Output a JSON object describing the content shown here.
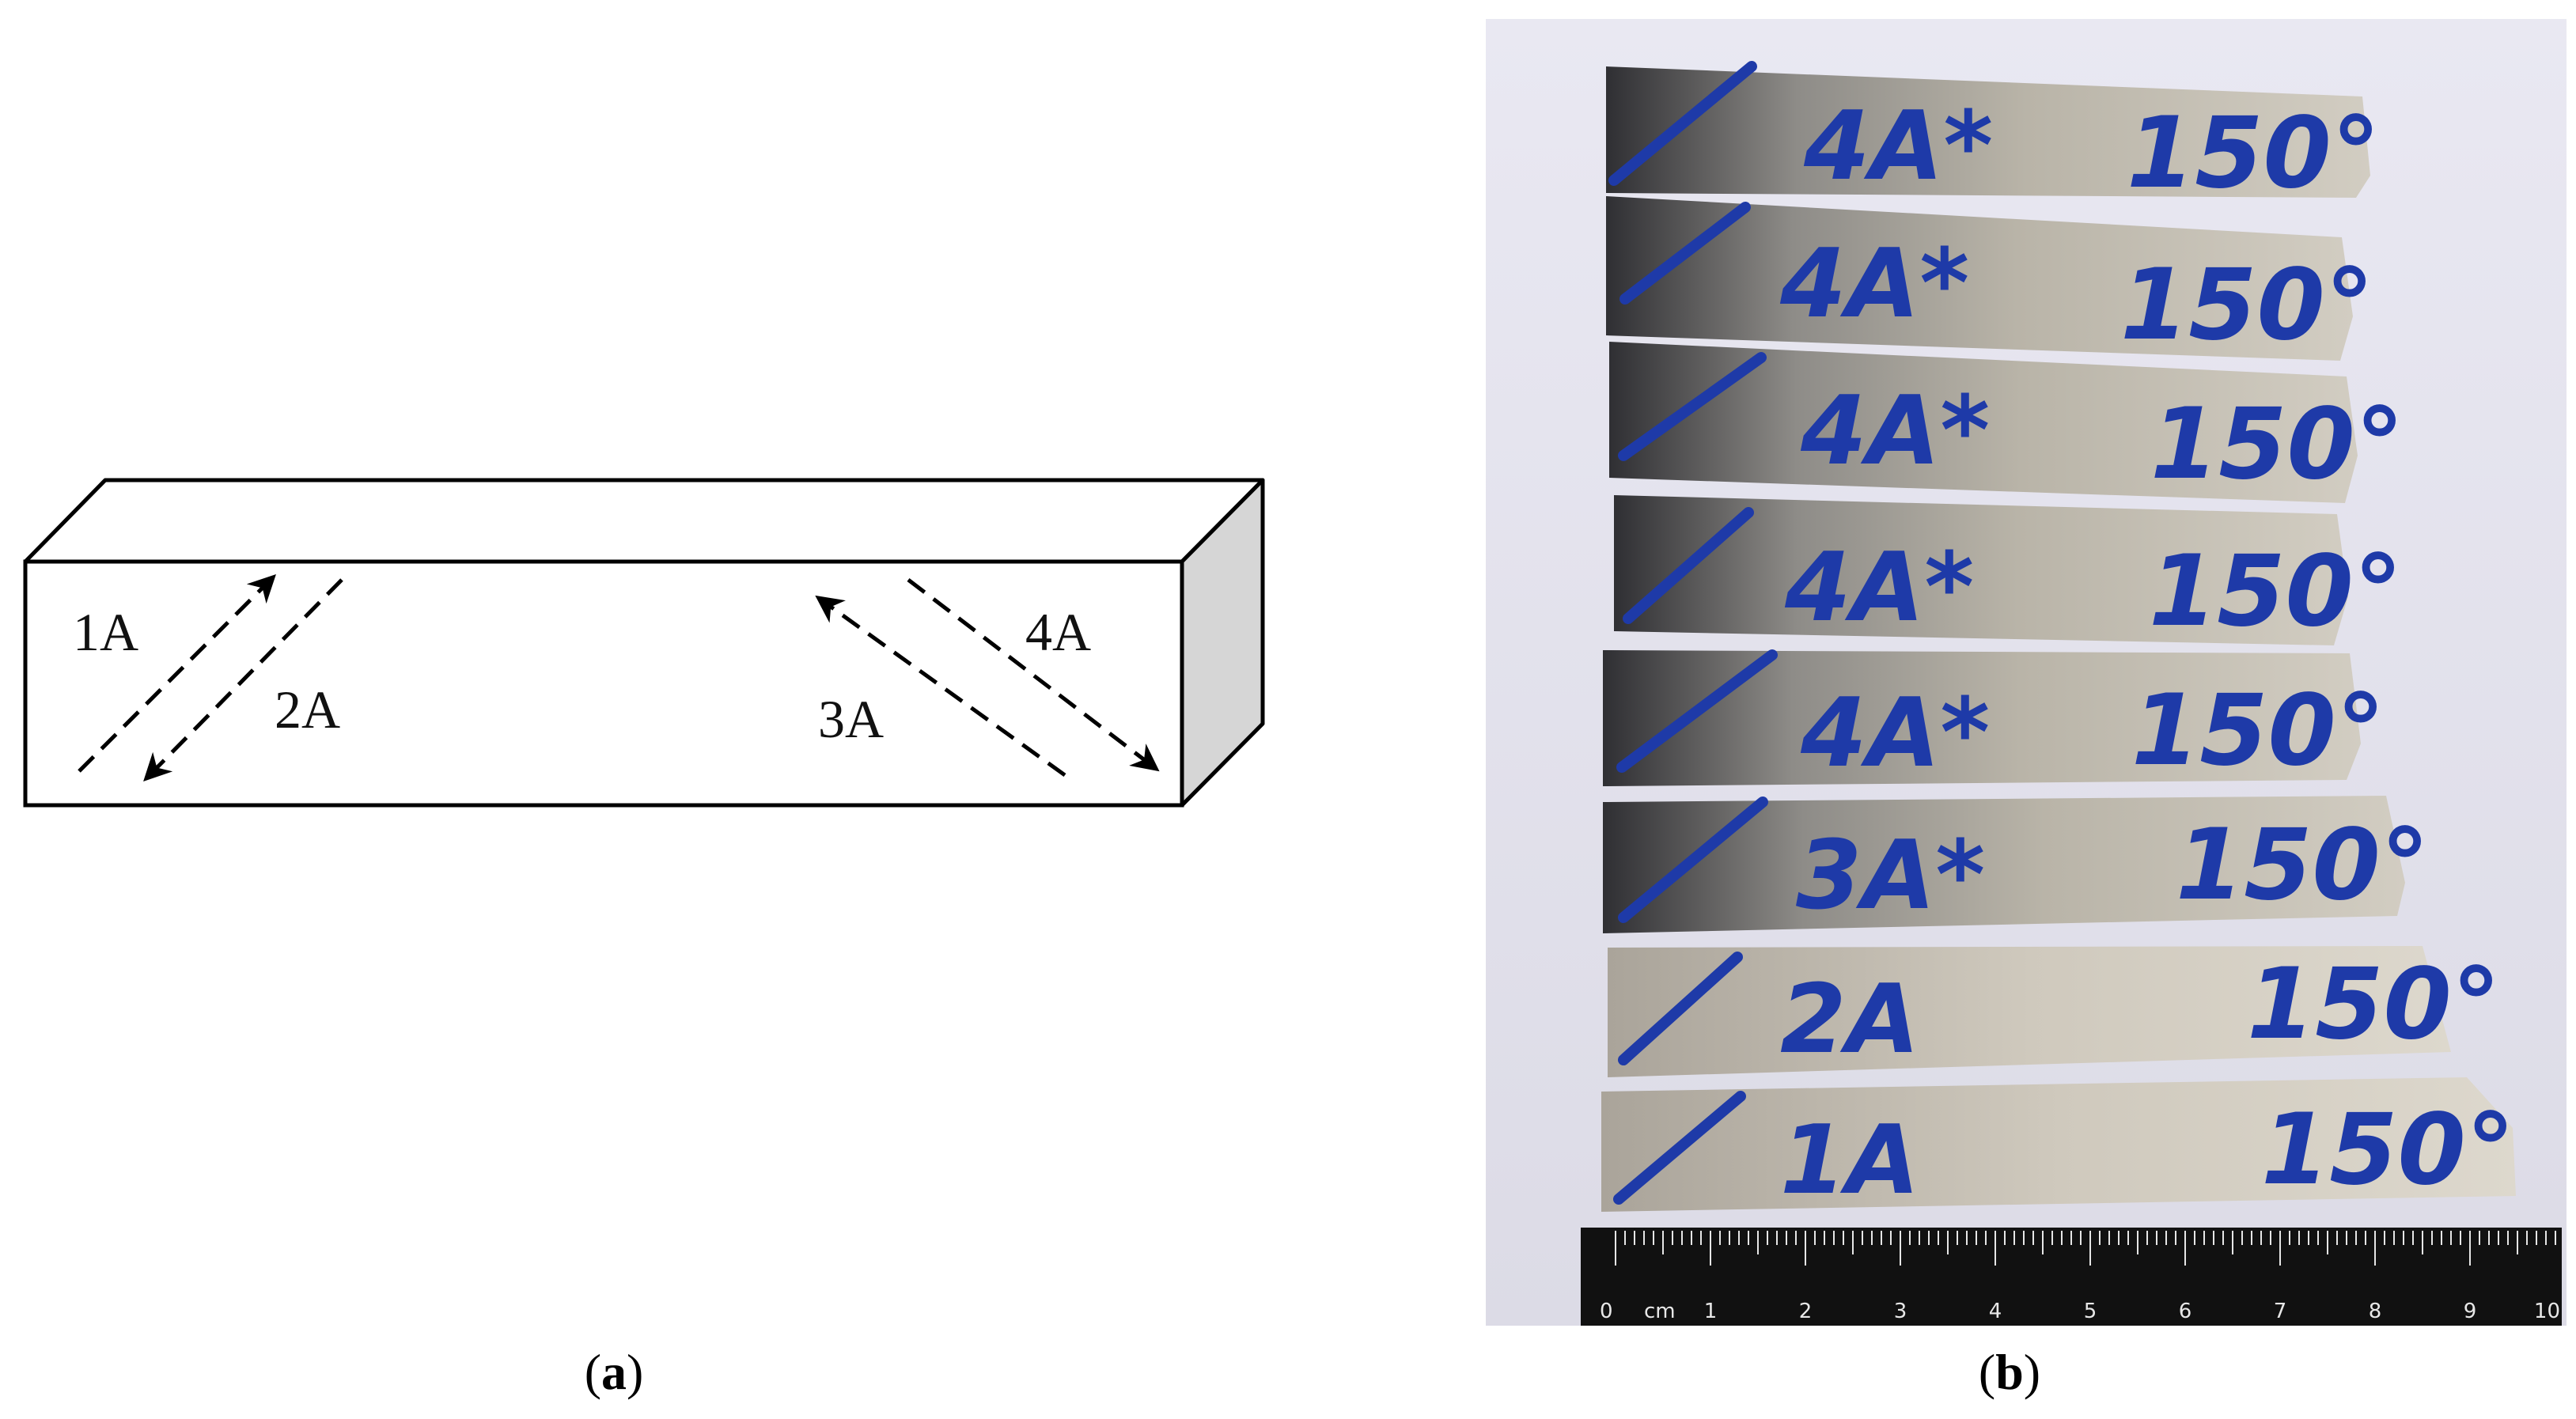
{
  "panel_a": {
    "labels": [
      "1A",
      "2A",
      "3A",
      "4A"
    ],
    "caption_open": "(",
    "caption_letter": "a",
    "caption_close": ")"
  },
  "panel_b": {
    "bars": [
      {
        "label": "4A*",
        "temp": "150°"
      },
      {
        "label": "4A*",
        "temp": "150°"
      },
      {
        "label": "4A*",
        "temp": "150°"
      },
      {
        "label": "4A*",
        "temp": "150°"
      },
      {
        "label": "4A*",
        "temp": "150°"
      },
      {
        "label": "3A*",
        "temp": "150°"
      },
      {
        "label": "2A",
        "temp": "150°"
      },
      {
        "label": "1A",
        "temp": "150°"
      }
    ],
    "ruler": {
      "unit": "cm",
      "numbers": [
        "0",
        "1",
        "2",
        "3",
        "4",
        "5",
        "6",
        "7",
        "8",
        "9",
        "10"
      ]
    },
    "caption_open": "(",
    "caption_letter": "b",
    "caption_close": ")"
  },
  "colors": {
    "marker_ink": "#1e3aa8",
    "metal_light": "#c9c4b8",
    "metal_dark": "#3a3a3c",
    "ruler": "#111111",
    "block_side": "#d6d6d6"
  }
}
